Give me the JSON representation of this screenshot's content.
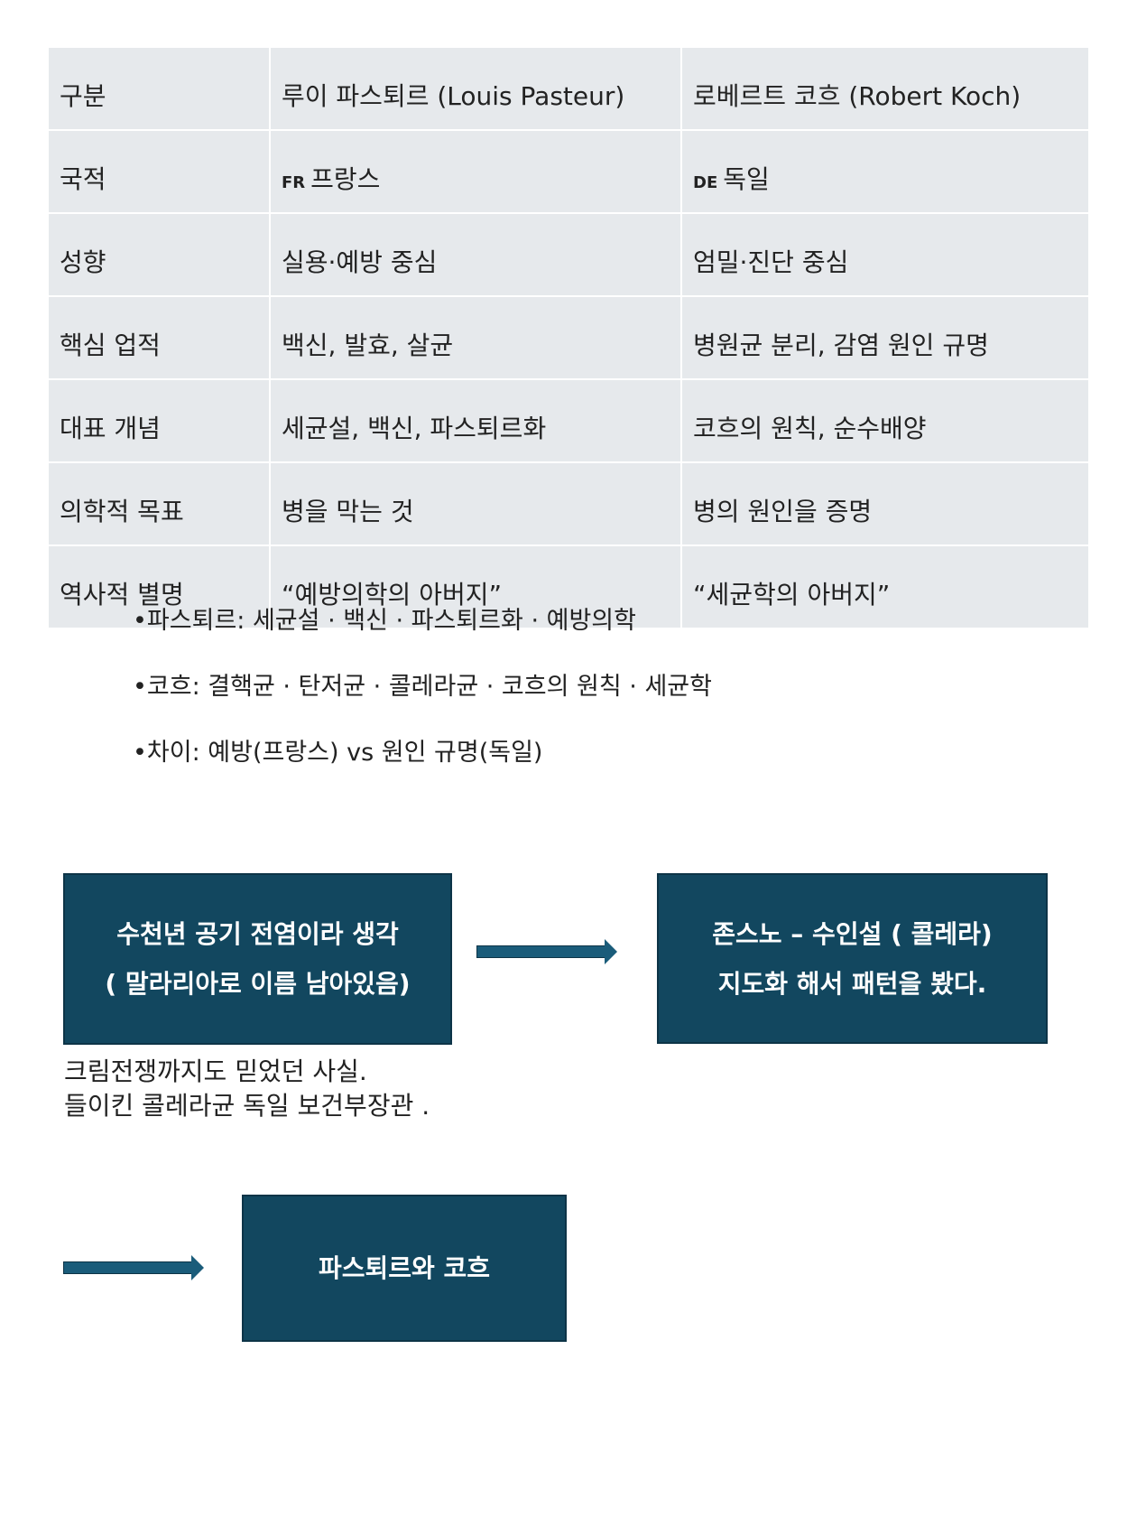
{
  "table": {
    "rows": [
      [
        "구분",
        "루이 파스퇴르 (Louis Pasteur)",
        "로베르트 코흐 (Robert Koch)"
      ],
      [
        "국적",
        "프랑스",
        "독일"
      ],
      [
        "성향",
        "실용·예방 중심",
        "엄밀·진단 중심"
      ],
      [
        "핵심 업적",
        "백신, 발효, 살균",
        "병원균 분리, 감염 원인 규명"
      ],
      [
        "대표 개념",
        "세균설, 백신, 파스퇴르화",
        "코흐의 원칙, 순수배양"
      ],
      [
        "의학적 목표",
        "병을 막는 것",
        "병의 원인을 증명"
      ],
      [
        "역사적 별명",
        "“예방의학의 아버지”",
        "“세균학의 아버지”"
      ]
    ],
    "flags": {
      "pasteur": "FR",
      "koch": "DE"
    }
  },
  "bullets": [
    "•파스퇴르: 세균설 · 백신 · 파스퇴르화 · 예방의학",
    "•코흐: 결핵균 · 탄저균 · 콜레라균 · 코흐의 원칙 · 세균학",
    "•차이: 예방(프랑스) vs 원인 규명(독일)"
  ],
  "diagram": {
    "box1": [
      "수천년 공기 전염이라 생각",
      "( 말라리아로 이름 남아있음)"
    ],
    "box2": [
      "존스노 – 수인설 ( 콜레라)",
      "지도화 해서 패턴을 봤다."
    ],
    "note": [
      "크림전쟁까지도 믿었던 사실.",
      "들이킨 콜레라균 독일 보건부장관 ."
    ],
    "box3": "파스퇴르와 코흐"
  },
  "colors": {
    "box": "#12475f",
    "arrow": "#1a5c7a",
    "table": "#e6e9ec"
  }
}
